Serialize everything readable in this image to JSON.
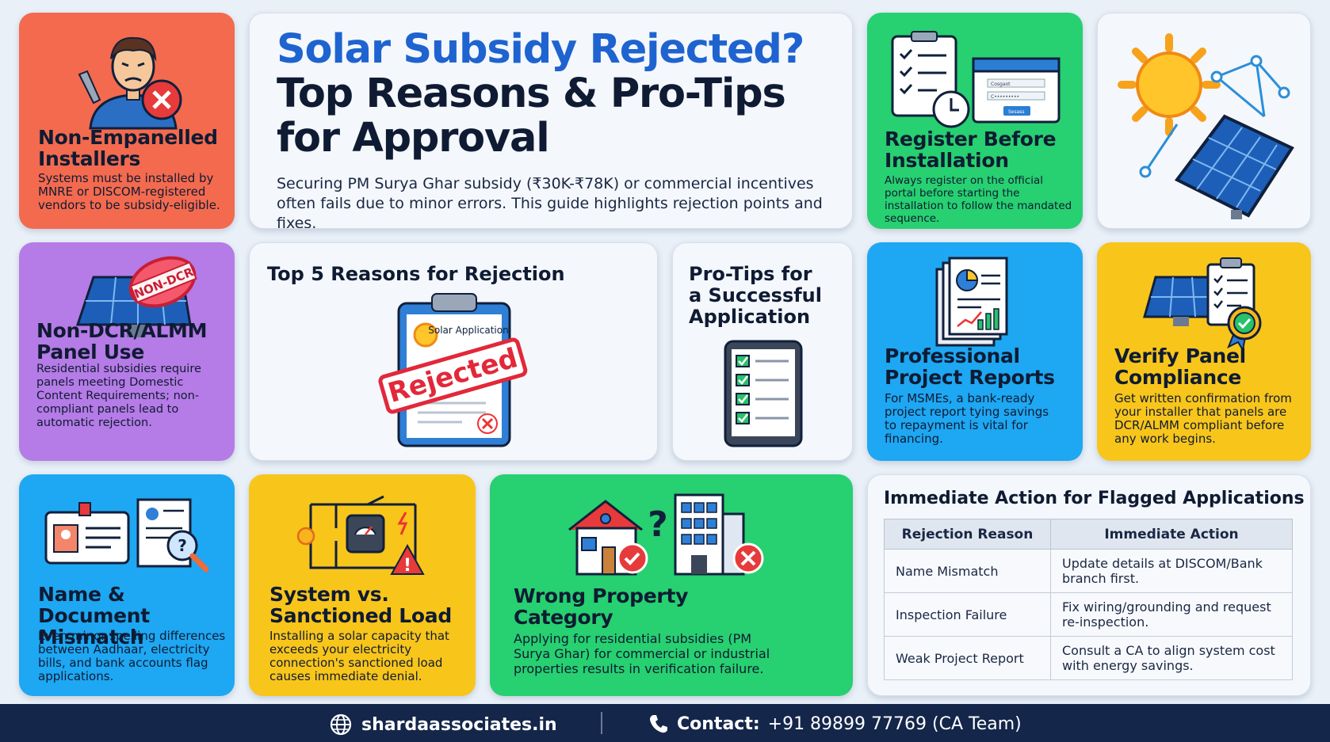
{
  "hero": {
    "title_line1": "Solar Subsidy Rejected?",
    "title_line2": "Top Reasons & Pro-Tips",
    "title_line3": "for Approval",
    "subtitle": "Securing PM Surya Ghar subsidy (₹30K-₹78K) or commercial incentives often fails due to minor errors. This guide highlights rejection points and fixes."
  },
  "cards": {
    "installers": {
      "title": "Non-Empanelled Installers",
      "desc": "Systems must be installed by MNRE or DISCOM-registered vendors to be subsidy-eligible.",
      "icon": "installer-with-x-icon"
    },
    "register": {
      "title": "Register Before Installation",
      "desc": "Always register on the official portal before starting the installation to follow the mandated sequence.",
      "icon": "checklist-clock-portal-icon",
      "portal_fields": [
        "Cosgaot",
        "C•••••••••"
      ],
      "portal_button": "Sesass"
    },
    "dcr": {
      "title": "Non-DCR/ALMM Panel Use",
      "desc": "Residential subsidies require panels meeting Domestic Content Requirements; non-compliant panels lead to automatic rejection.",
      "stamp": "NON-DCR",
      "icon": "solar-panel-stamp-icon"
    },
    "reasons": {
      "title": "Top 5 Reasons for Rejection",
      "clipboard_label": "Solar Application",
      "stamp": "Rejected",
      "icon": "rejected-clipboard-icon"
    },
    "protips": {
      "title": "Pro-Tips for a Successful Application",
      "icon": "tablet-checklist-icon"
    },
    "reports": {
      "title": "Professional Project Reports",
      "desc": "For MSMEs, a bank-ready project report tying savings to repayment is vital for financing.",
      "icon": "report-documents-icon"
    },
    "verify": {
      "title": "Verify Panel Compliance",
      "desc": "Get written confirmation from your installer that panels are DCR/ALMM compliant before any work begins.",
      "icon": "panel-checklist-badge-icon"
    },
    "mismatch": {
      "title": "Name & Document Mismatch",
      "desc": "Even minor spelling differences between Aadhaar, electricity bills, and bank accounts flag applications.",
      "icon": "id-document-magnifier-icon"
    },
    "load": {
      "title": "System vs. Sanctioned Load",
      "desc": "Installing a solar capacity that exceeds your electricity connection's sanctioned load causes immediate denial.",
      "icon": "circuit-meter-warning-icon"
    },
    "property": {
      "title": "Wrong Property Category",
      "desc": "Applying for residential subsidies (PM Surya Ghar) for commercial or industrial properties results in verification failure.",
      "icon": "house-building-icon"
    }
  },
  "action_table": {
    "title": "Immediate Action for Flagged Applications",
    "headers": [
      "Rejection Reason",
      "Immediate Action"
    ],
    "rows": [
      [
        "Name Mismatch",
        "Update details at DISCOM/Bank branch first."
      ],
      [
        "Inspection Failure",
        "Fix wiring/grounding and request re-inspection."
      ],
      [
        "Weak Project Report",
        "Consult a CA to align system cost with energy savings."
      ]
    ]
  },
  "footer": {
    "website": "shardaassociates.in",
    "contact_label": "Contact:",
    "contact_value": "+91 89899 77769 (CA Team)"
  },
  "colors": {
    "red": "#f36a4f",
    "purple": "#b57be6",
    "green": "#27d070",
    "blue": "#1ea7f2",
    "yellow": "#f8c51b",
    "navy": "#14264a",
    "accent": "#1e63d0"
  }
}
